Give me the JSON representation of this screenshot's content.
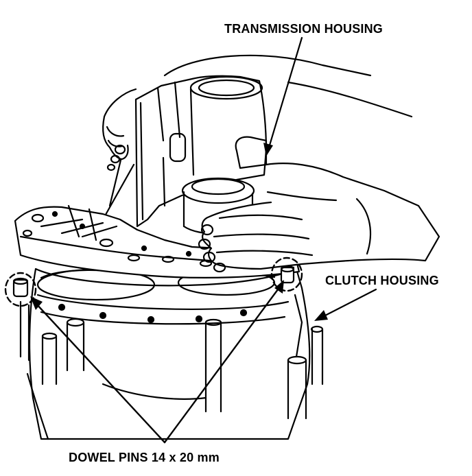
{
  "diagram": {
    "labels": {
      "transmission_housing": "TRANSMISSION HOUSING",
      "clutch_housing": "CLUTCH HOUSING",
      "dowel_pins": "DOWEL PINS 14 x 20 mm"
    },
    "colors": {
      "ink": "#000000",
      "paper": "#ffffff"
    }
  }
}
